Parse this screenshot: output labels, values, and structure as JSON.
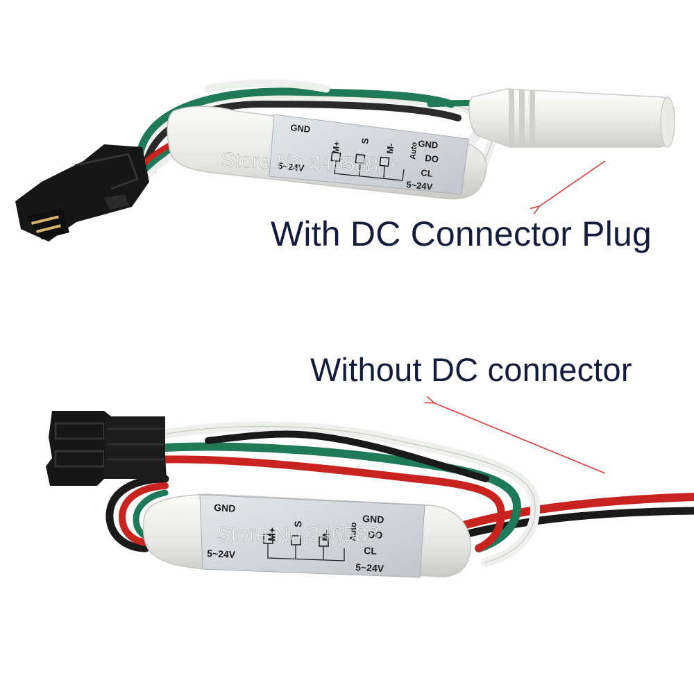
{
  "captions": {
    "with_dc": "With DC Connector Plug",
    "without_dc": "Without DC connector"
  },
  "watermark": "Store No.346588",
  "module_labels": {
    "gnd_left": "GND",
    "voltage_left": "5~24V",
    "m_plus": "M+",
    "s": "S",
    "m_minus": "M-",
    "auto": "Auto",
    "gnd_right": "GND",
    "do": "DO",
    "cl": "CL",
    "voltage_right": "5~24V"
  },
  "colors": {
    "caption_text": "#141c3d",
    "arrow": "#e03a3a",
    "wire_white": "#eef0ee",
    "wire_green": "#1f7a5a",
    "wire_red": "#c8231e",
    "wire_black": "#1a1a1a",
    "connector": "#161616",
    "housing": "#ededeb",
    "label_panel": "#d3d6da"
  },
  "icons": {
    "arrows": "red-pointer-arrow"
  }
}
